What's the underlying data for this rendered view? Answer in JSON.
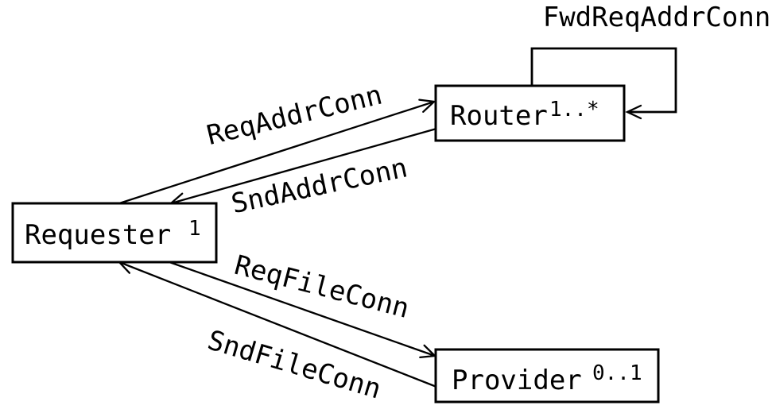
{
  "canvas": {
    "background": "#ffffff",
    "line_color": "#000000"
  },
  "nodes": {
    "requester": {
      "name": "Requester",
      "multiplicity": "1"
    },
    "router": {
      "name": "Router",
      "multiplicity": "1..*"
    },
    "provider": {
      "name": "Provider",
      "multiplicity": "0..1"
    }
  },
  "connections": {
    "req_addr": {
      "label": "ReqAddrConn"
    },
    "snd_addr": {
      "label": "SndAddrConn"
    },
    "req_file": {
      "label": "ReqFileConn"
    },
    "snd_file": {
      "label": "SndFileConn"
    },
    "fwd_req_addr": {
      "label": "FwdReqAddrConn"
    }
  }
}
